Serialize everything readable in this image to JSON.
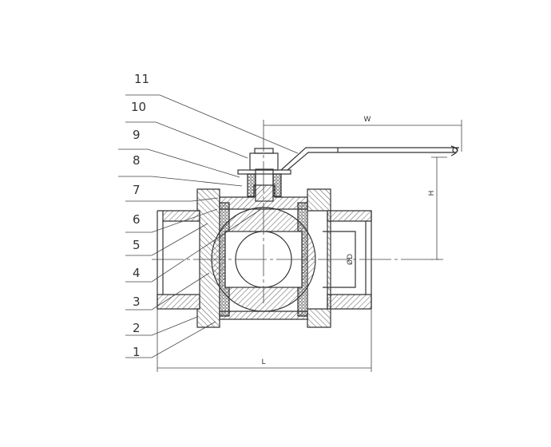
{
  "part_labels": [
    "11",
    "10",
    "9",
    "8",
    "7",
    "6",
    "5",
    "4",
    "3",
    "2",
    "1"
  ],
  "dimensions": {
    "width": "W",
    "height": "H",
    "length": "L",
    "bore": "ØD"
  }
}
